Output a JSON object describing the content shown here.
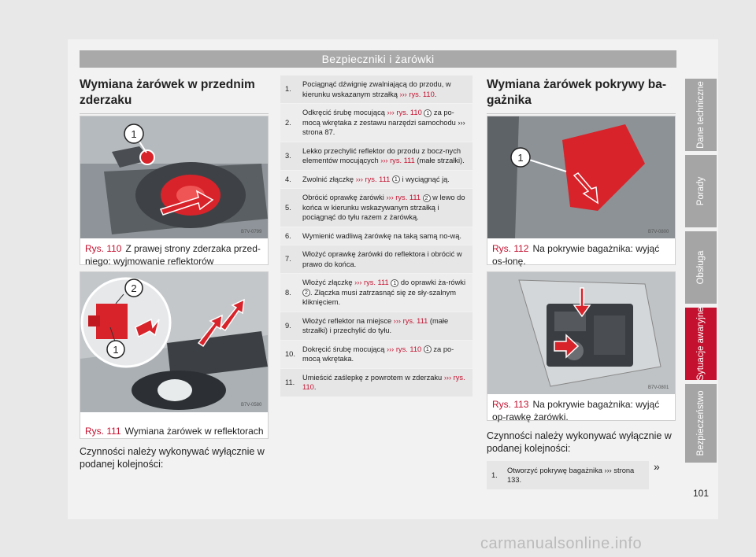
{
  "header": {
    "title": "Bezpieczniki i żarówki"
  },
  "left": {
    "heading": "Wymiana żarówek w przednim zderzaku",
    "fig110": {
      "num": "Rys. 110",
      "text": "Z prawej strony zderzaka przed-niego: wyjmowanie reflektorów",
      "code": "B7V-0799",
      "label1": "1"
    },
    "fig111": {
      "num": "Rys. 111",
      "text": "Wymiana żarówek w reflektorach",
      "code": "B7V-0580",
      "label1": "1",
      "label2": "2"
    },
    "intro": "Czynności należy wykonywać wyłącznie w podanej kolejności:"
  },
  "steps": [
    {
      "n": "1.",
      "a": "Pociągnąć dźwignię zwalniającą do przodu, w kierunku wskazanym strzałką ",
      "ref": "››› rys. 110",
      "b": "."
    },
    {
      "n": "2.",
      "a": "Odkręcić śrubę mocującą ",
      "ref": "››› rys. 110",
      "c": "1",
      "b": " za po-mocą wkrętaka z zestawu narzędzi samochodu ››› strona 87."
    },
    {
      "n": "3.",
      "a": "Lekko przechylić reflektor do przodu z bocz-nych elementów mocujących ",
      "ref": "››› rys. 111",
      "b": " (małe strzałki)."
    },
    {
      "n": "4.",
      "a": "Zwolnić złączkę ",
      "ref": "››› rys. 111",
      "c": "1",
      "b": " i wyciągnąć ją."
    },
    {
      "n": "5.",
      "a": "Obrócić oprawkę żarówki ",
      "ref": "››› rys. 111",
      "c": "2",
      "b": " w lewo do końca w kierunku wskazywanym strzałką i pociągnąć do tyłu razem z żarówką."
    },
    {
      "n": "6.",
      "a": "Wymienić wadliwą żarówkę na taką samą no-wą.",
      "ref": "",
      "b": ""
    },
    {
      "n": "7.",
      "a": "Włożyć oprawkę żarówki do reflektora i obrócić w prawo do końca.",
      "ref": "",
      "b": ""
    },
    {
      "n": "8.",
      "a": "Włożyć złączkę ",
      "ref": "››› rys. 111",
      "c": "1",
      "b": " do oprawki ża-rówki ",
      "c2": "2",
      "b2": ". Złączka musi zatrzasnąć się ze sły-szalnym kliknięciem."
    },
    {
      "n": "9.",
      "a": "Włożyć reflektor na miejsce ",
      "ref": "››› rys. 111",
      "b": " (małe strzałki) i przechylić do tyłu."
    },
    {
      "n": "10.",
      "a": "Dokręcić śrubę mocującą ",
      "ref": "››› rys. 110",
      "c": "1",
      "b": " za po-mocą wkrętaka."
    },
    {
      "n": "11.",
      "a": "Umieścić zaślepkę z powrotem w zderzaku ",
      "ref": "››› rys. 110",
      "b": "."
    }
  ],
  "right": {
    "heading": "Wymiana żarówek pokrywy ba-gażnika",
    "fig112": {
      "num": "Rys. 112",
      "text": "Na pokrywie bagażnika: wyjąć os-łonę.",
      "code": "B7V-0800",
      "label1": "1"
    },
    "fig113": {
      "num": "Rys. 113",
      "text": "Na pokrywie bagażnika: wyjąć op-rawkę żarówki.",
      "code": "B7V-0801"
    },
    "intro": "Czynności należy wykonywać wyłącznie w podanej kolejności:",
    "step1": {
      "n": "1.",
      "a": "Otworzyć pokrywę bagażnika ››› strona 133."
    },
    "more": "»"
  },
  "tabs": [
    "Dane techniczne",
    "Porady",
    "Obsługa",
    "Sytuacje awaryjne",
    "Bezpieczeństwo"
  ],
  "page_number": "101",
  "watermark": "carmanualsonline.info",
  "colors": {
    "accent": "#c4112f",
    "tab": "#a5a5a5",
    "header": "#a9a9a9"
  }
}
